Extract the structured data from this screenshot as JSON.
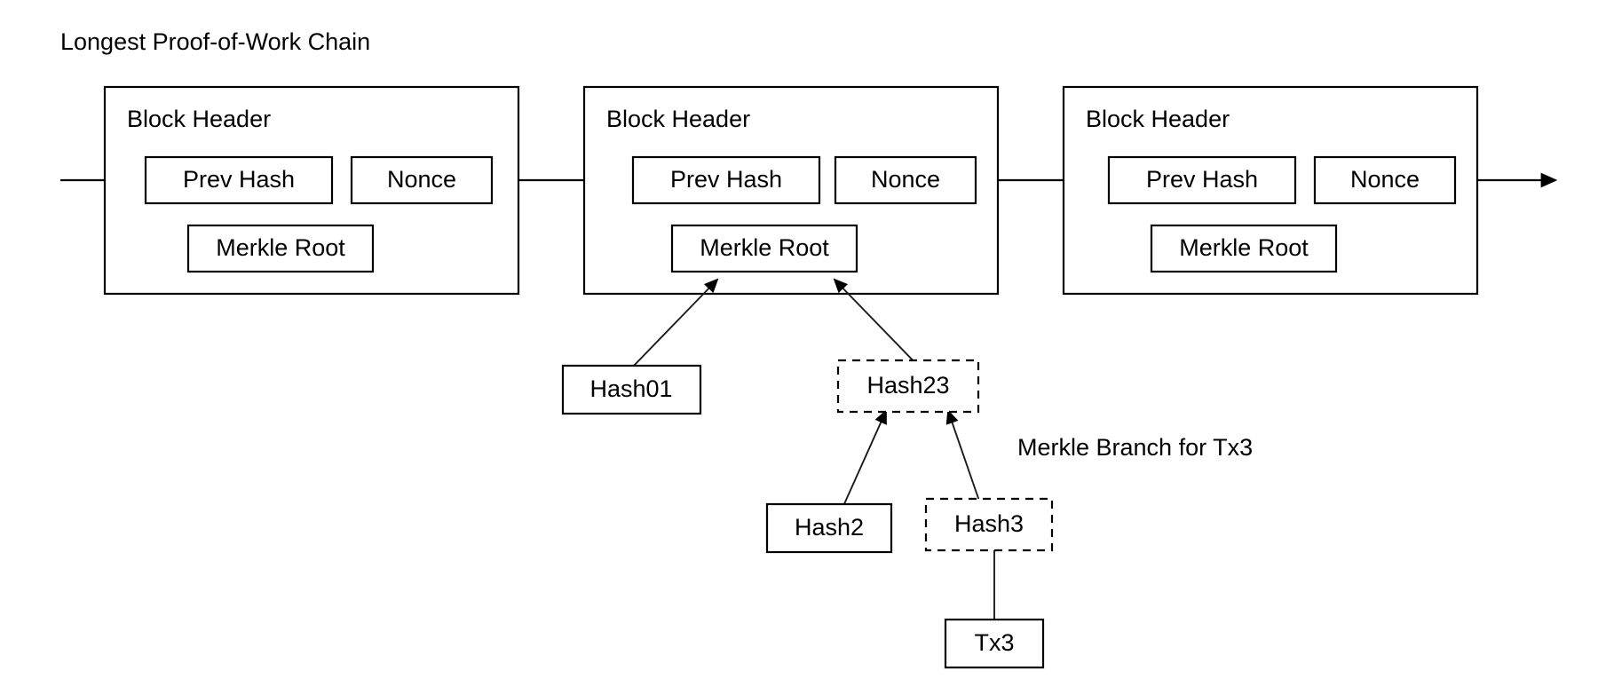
{
  "figure": {
    "title": "Longest Proof-of-Work Chain",
    "annotation": "Merkle Branch for Tx3",
    "colors": {
      "stroke": "#000000",
      "background": "#ffffff",
      "thin_stroke": "#1a1a1a"
    }
  },
  "blocks": [
    {
      "id": "block-1",
      "header_label": "Block Header",
      "fields": {
        "prev_hash": "Prev Hash",
        "nonce": "Nonce",
        "merkle_root": "Merkle Root"
      }
    },
    {
      "id": "block-2",
      "header_label": "Block Header",
      "fields": {
        "prev_hash": "Prev Hash",
        "nonce": "Nonce",
        "merkle_root": "Merkle Root"
      }
    },
    {
      "id": "block-3",
      "header_label": "Block Header",
      "fields": {
        "prev_hash": "Prev Hash",
        "nonce": "Nonce",
        "merkle_root": "Merkle Root"
      }
    }
  ],
  "merkle_tree": {
    "nodes": [
      {
        "id": "hash01",
        "label": "Hash01",
        "style": "solid",
        "level": 1
      },
      {
        "id": "hash23",
        "label": "Hash23",
        "style": "dashed",
        "level": 1
      },
      {
        "id": "hash2",
        "label": "Hash2",
        "style": "solid",
        "level": 2
      },
      {
        "id": "hash3",
        "label": "Hash3",
        "style": "dashed",
        "level": 2
      },
      {
        "id": "tx3",
        "label": "Tx3",
        "style": "solid",
        "level": 3
      }
    ],
    "edges": [
      {
        "from": "hash01",
        "to": "merkle-root-2"
      },
      {
        "from": "hash23",
        "to": "merkle-root-2"
      },
      {
        "from": "hash2",
        "to": "hash23"
      },
      {
        "from": "hash3",
        "to": "hash23"
      },
      {
        "from": "tx3",
        "to": "hash3"
      }
    ]
  },
  "chain_links": [
    {
      "id": "chain-in",
      "from": "left-edge",
      "to": "block-1"
    },
    {
      "id": "chain-1-2",
      "from": "block-1",
      "to": "block-2"
    },
    {
      "id": "chain-2-3",
      "from": "block-2",
      "to": "block-3"
    },
    {
      "id": "chain-out",
      "from": "block-3",
      "to": "right-edge"
    }
  ]
}
